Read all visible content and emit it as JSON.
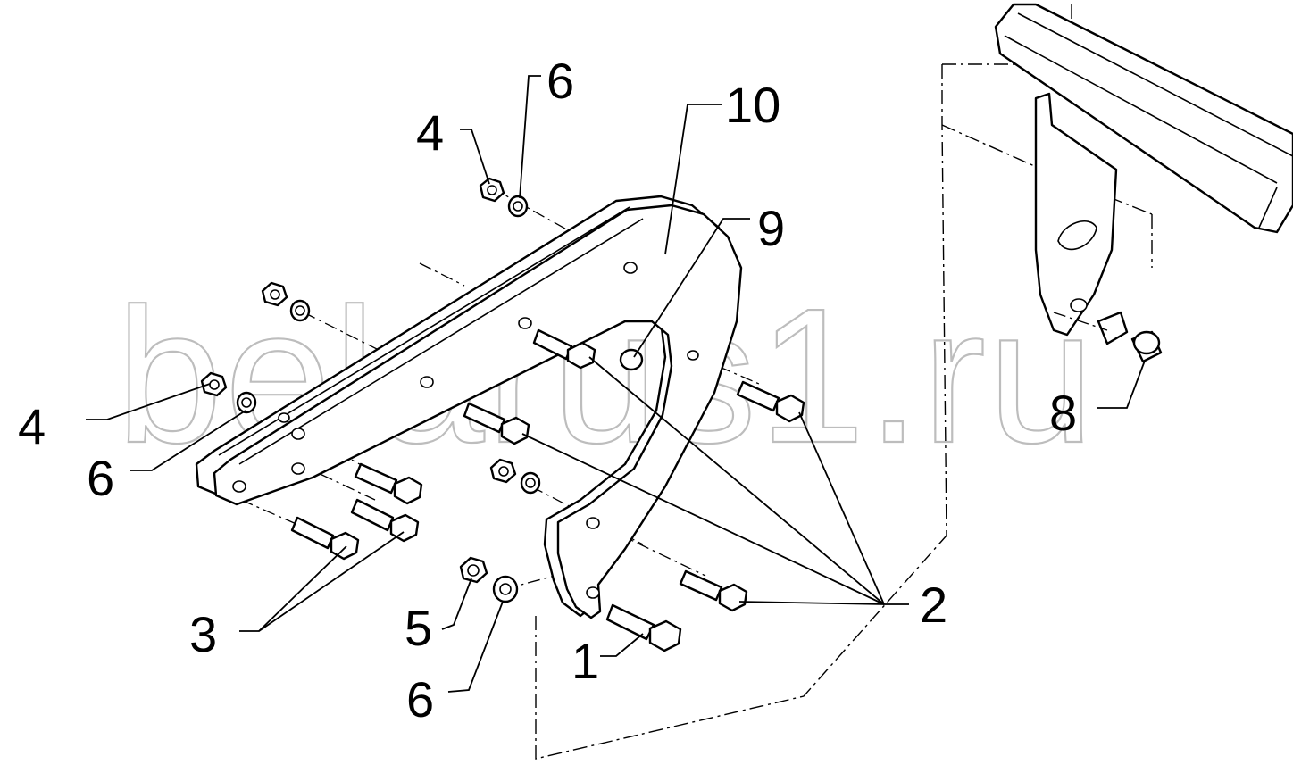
{
  "watermark": "belarus1.ru",
  "callouts": {
    "c1": "1",
    "c2": "2",
    "c3": "3",
    "c4_top": "4",
    "c4_left": "4",
    "c5": "5",
    "c6_top": "6",
    "c6_left": "6",
    "c6_bottom": "6",
    "c8": "8",
    "c9": "9",
    "c10": "10"
  }
}
